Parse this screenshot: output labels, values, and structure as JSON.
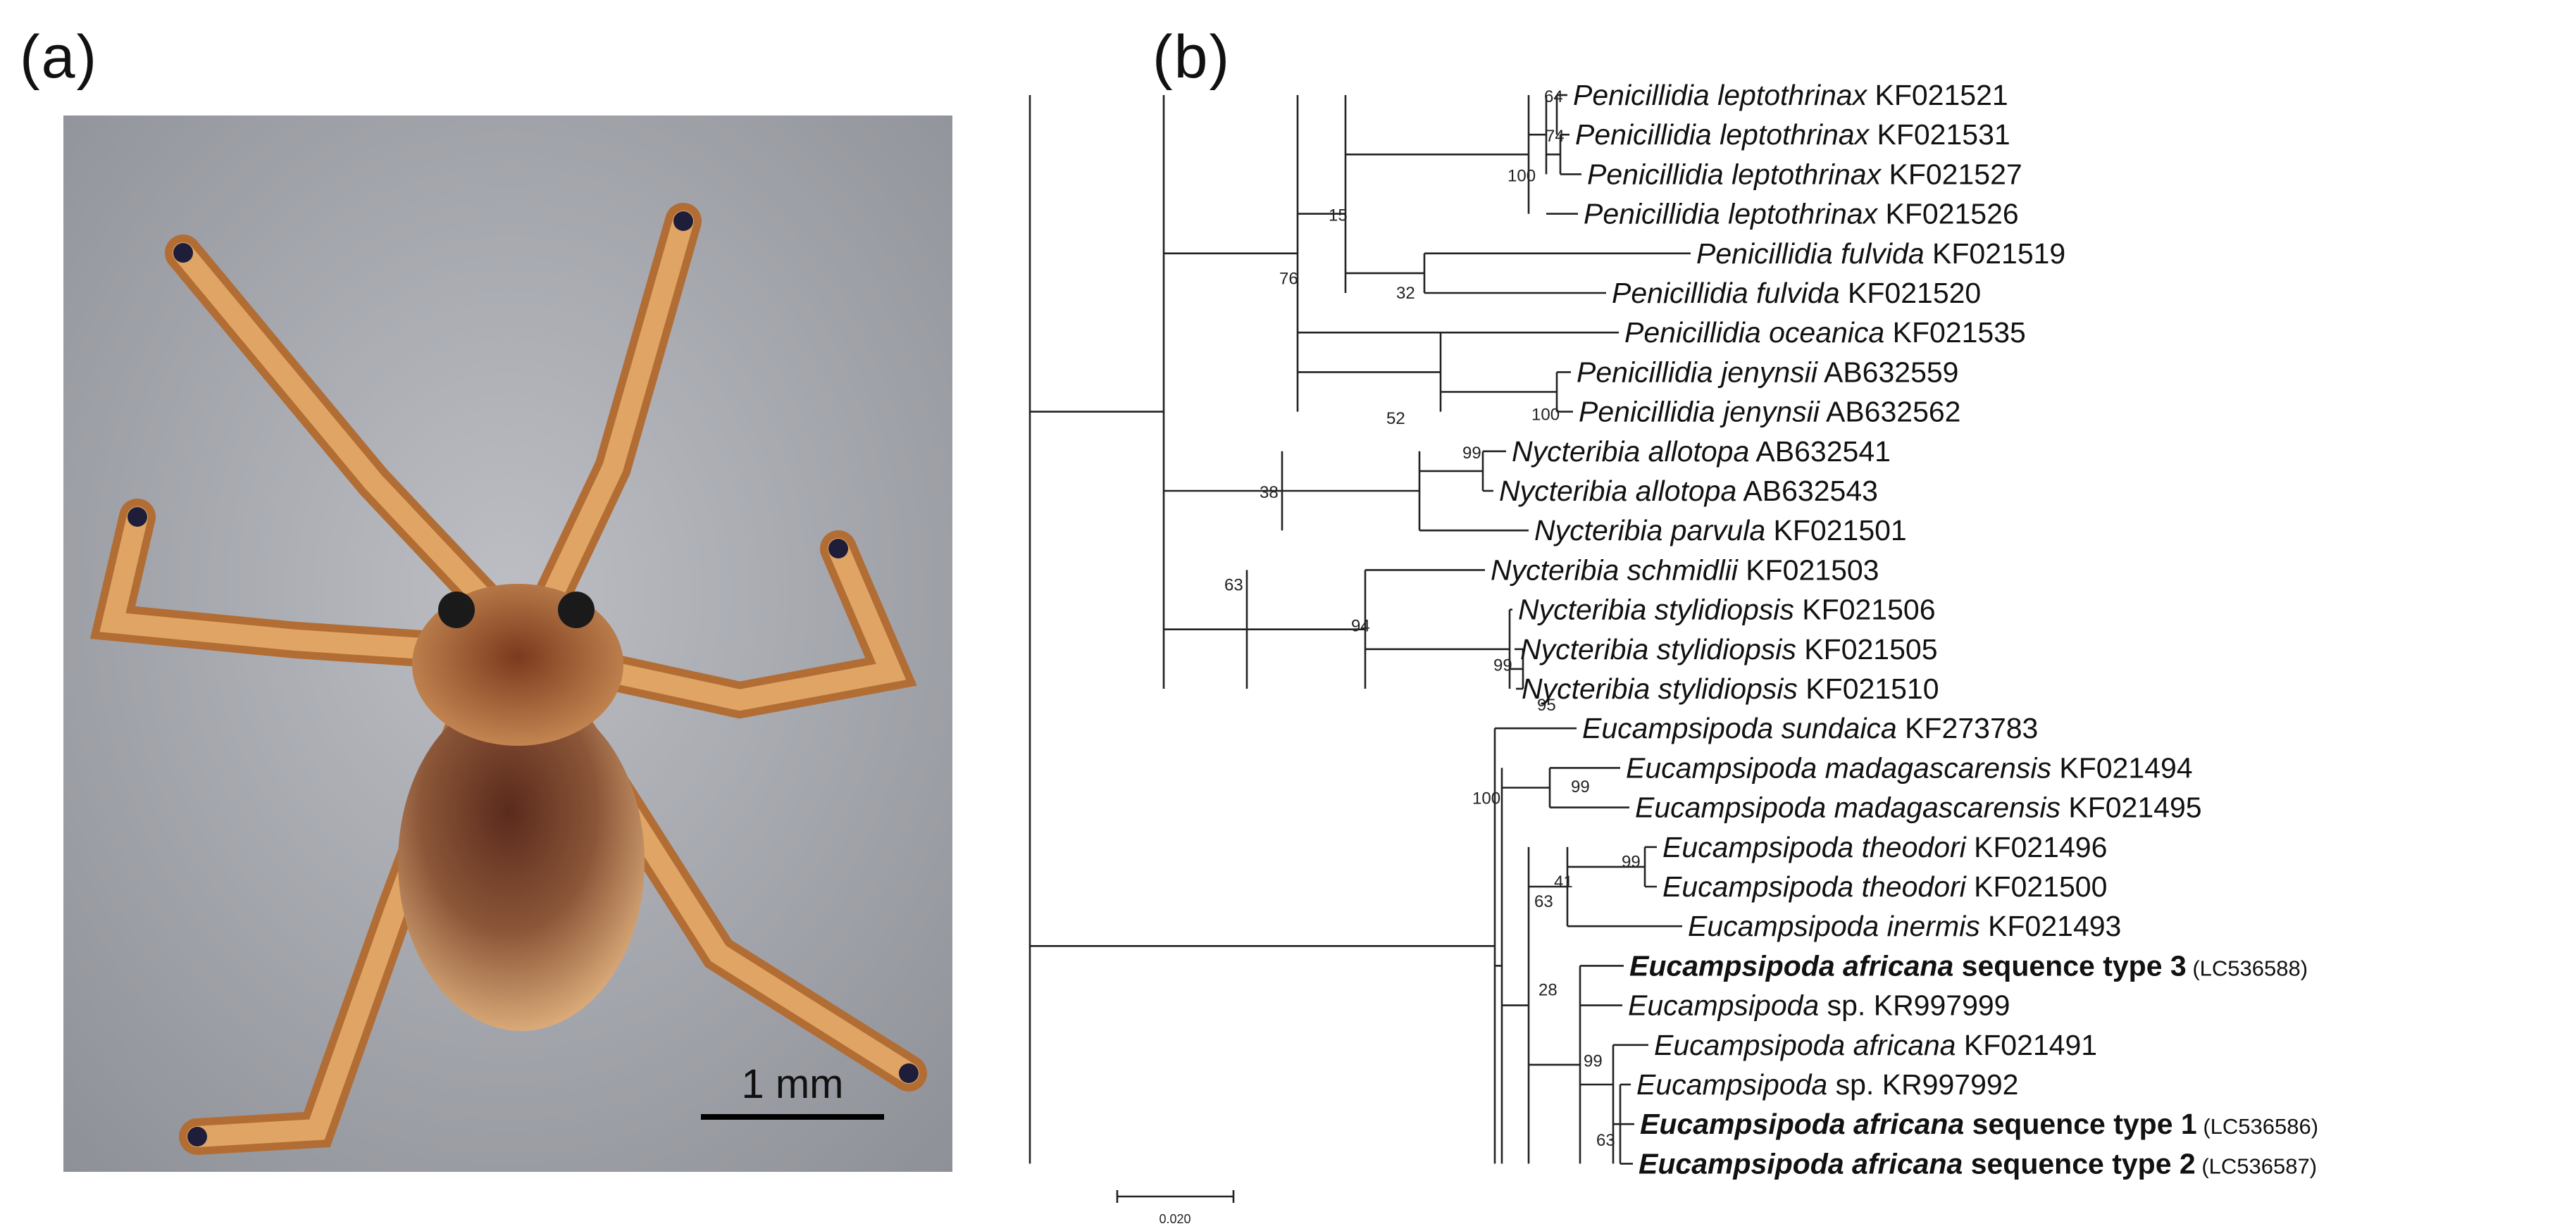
{
  "panel_a": {
    "label": "(a)",
    "scale_bar_label": "1 mm"
  },
  "panel_b": {
    "label": "(b)",
    "scale_label": "0.020",
    "taxa": [
      {
        "genus_species": "Penicillidia leptothrinax",
        "accession": "KF021521",
        "bold": false
      },
      {
        "genus_species": "Penicillidia leptothrinax",
        "accession": "KF021531",
        "bold": false
      },
      {
        "genus_species": "Penicillidia leptothrinax",
        "accession": "KF021527",
        "bold": false
      },
      {
        "genus_species": "Penicillidia leptothrinax",
        "accession": "KF021526",
        "bold": false
      },
      {
        "genus_species": "Penicillidia fulvida",
        "accession": "KF021519",
        "bold": false
      },
      {
        "genus_species": "Penicillidia fulvida",
        "accession": "KF021520",
        "bold": false
      },
      {
        "genus_species": "Penicillidia oceanica",
        "accession": "KF021535",
        "bold": false
      },
      {
        "genus_species": "Penicillidia jenynsii",
        "accession": "AB632559",
        "bold": false
      },
      {
        "genus_species": "Penicillidia jenynsii",
        "accession": "AB632562",
        "bold": false
      },
      {
        "genus_species": "Nycteribia allotopa",
        "accession": "AB632541",
        "bold": false
      },
      {
        "genus_species": "Nycteribia allotopa",
        "accession": "AB632543",
        "bold": false
      },
      {
        "genus_species": "Nycteribia parvula",
        "accession": "KF021501",
        "bold": false
      },
      {
        "genus_species": "Nycteribia schmidlii",
        "accession": "KF021503",
        "bold": false
      },
      {
        "genus_species": "Nycteribia stylidiopsis",
        "accession": "KF021506",
        "bold": false
      },
      {
        "genus_species": "Nycteribia stylidiopsis",
        "accession": "KF021505",
        "bold": false
      },
      {
        "genus_species": "Nycteribia stylidiopsis",
        "accession": "KF021510",
        "bold": false
      },
      {
        "genus_species": "Eucampsipoda sundaica",
        "accession": "KF273783",
        "bold": false
      },
      {
        "genus_species": "Eucampsipoda madagascarensis",
        "accession": "KF021494",
        "bold": false
      },
      {
        "genus_species": "Eucampsipoda madagascarensis",
        "accession": "KF021495",
        "bold": false
      },
      {
        "genus_species": "Eucampsipoda theodori",
        "accession": "KF021496",
        "bold": false
      },
      {
        "genus_species": "Eucampsipoda theodori",
        "accession": "KF021500",
        "bold": false
      },
      {
        "genus_species": "Eucampsipoda inermis",
        "accession": "KF021493",
        "bold": false
      },
      {
        "genus_species": "Eucampsipoda africana",
        "suffix": "sequence type 3",
        "accession": "(LC536588)",
        "bold": true
      },
      {
        "genus_species": "Eucampsipoda",
        "suffix": "sp.",
        "accession": "KR997999",
        "bold": false
      },
      {
        "genus_species": "Eucampsipoda africana",
        "accession": "KF021491",
        "bold": false
      },
      {
        "genus_species": "Eucampsipoda",
        "suffix": "sp.",
        "accession": "KR997992",
        "bold": false
      },
      {
        "genus_species": "Eucampsipoda africana",
        "suffix": "sequence type 1",
        "accession": "(LC536586)",
        "bold": true
      },
      {
        "genus_species": "Eucampsipoda africana",
        "suffix": "sequence type 2",
        "accession": "(LC536587)",
        "bold": true
      }
    ],
    "support_values": [
      "64",
      "74",
      "100",
      "15",
      "32",
      "76",
      "52",
      "100",
      "99",
      "38",
      "63",
      "94",
      "99",
      "95",
      "100",
      "99",
      "99",
      "41",
      "63",
      "28",
      "99",
      "63"
    ]
  }
}
